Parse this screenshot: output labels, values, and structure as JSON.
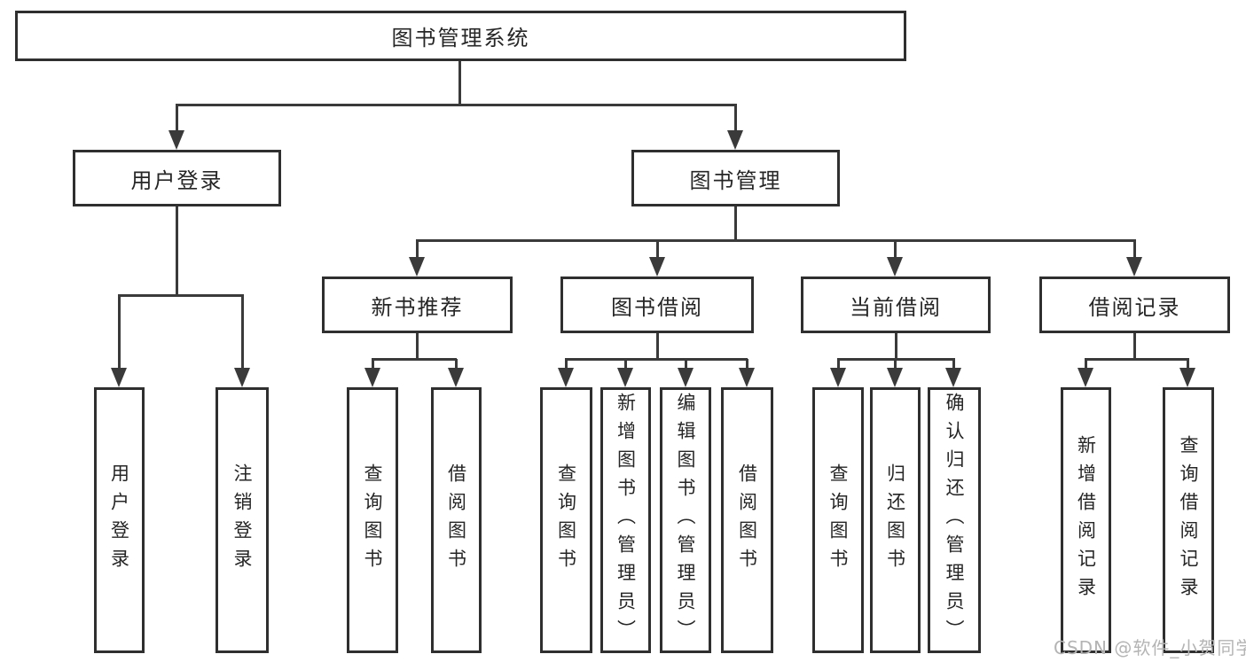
{
  "tree": {
    "root": "图书管理系统",
    "branches": [
      {
        "label": "用户登录",
        "children": [
          "用户登录",
          "注销登录"
        ]
      },
      {
        "label": "图书管理",
        "sections": [
          {
            "label": "新书推荐",
            "children": [
              "查询图书",
              "借阅图书"
            ]
          },
          {
            "label": "图书借阅",
            "children": [
              "查询图书",
              "新增图书（管理员）",
              "编辑图书（管理员）",
              "借阅图书"
            ]
          },
          {
            "label": "当前借阅",
            "children": [
              "查询图书",
              "归还图书",
              "确认归还（管理员）"
            ]
          },
          {
            "label": "借阅记录",
            "children": [
              "新增借阅记录",
              "查询借阅记录"
            ]
          }
        ]
      }
    ]
  },
  "watermark": {
    "text": "CSDN @软件_小贺同学"
  },
  "colors": {
    "line": "#3a3a3a",
    "border": "#2f2f2f",
    "text": "#262626",
    "watermark": "#b4b4b4",
    "background": "#ffffff"
  }
}
